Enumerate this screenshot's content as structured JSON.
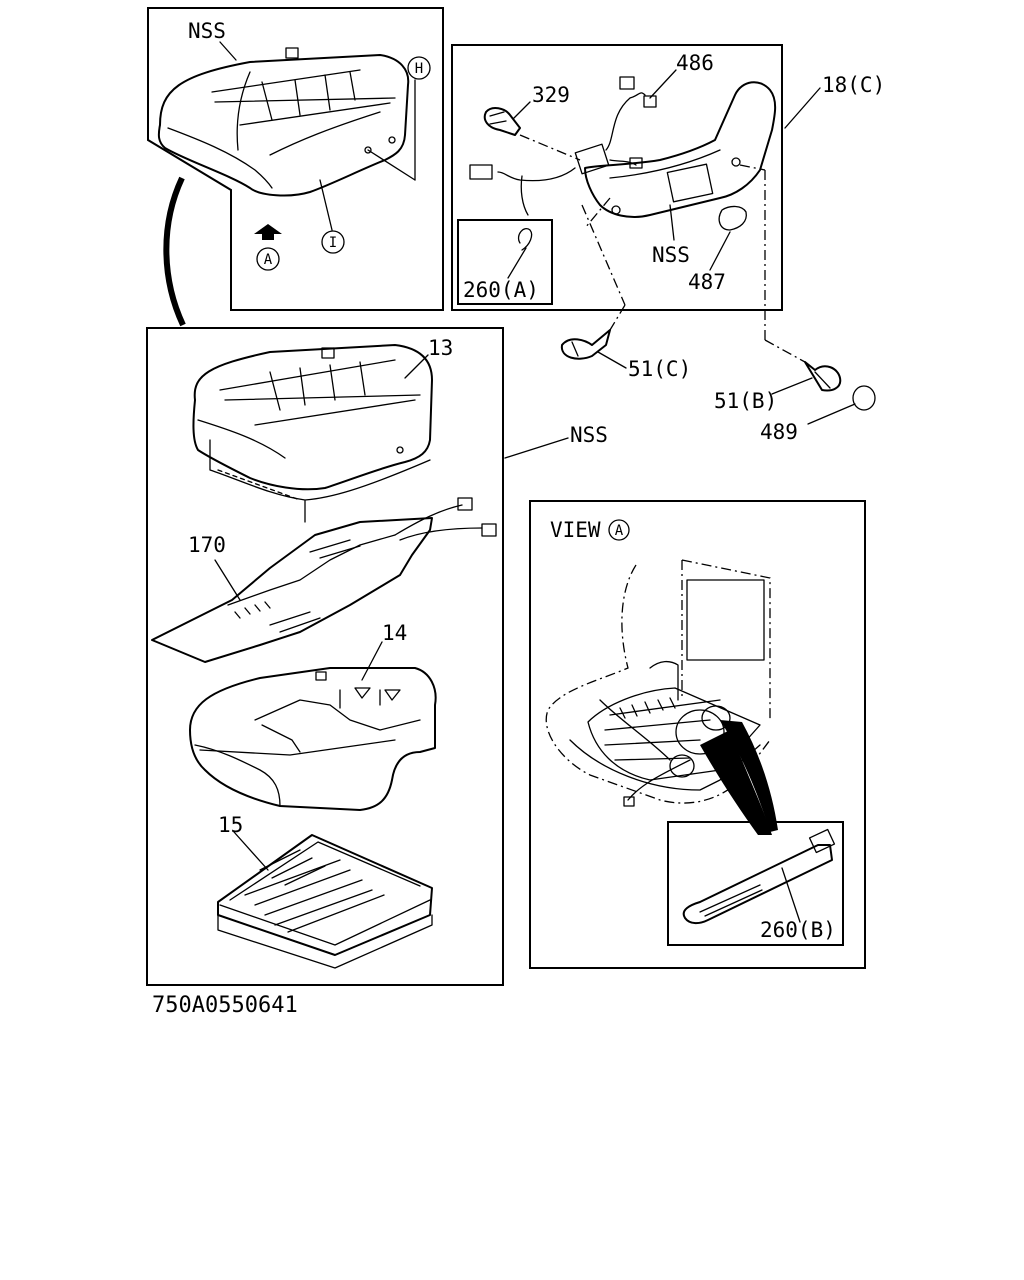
{
  "labels": {
    "nss_top": "NSS",
    "circle_h": "H",
    "circle_i": "I",
    "circle_a": "A",
    "p329": "329",
    "p486": "486",
    "p18c": "18(C)",
    "nss_right": "NSS",
    "p487": "487",
    "p260a": "260(A)",
    "p51c": "51(C)",
    "p51b": "51(B)",
    "p489": "489",
    "p13": "13",
    "nss_mid": "NSS",
    "p170": "170",
    "p14": "14",
    "p15": "15",
    "view_title": "VIEW",
    "view_circle": "A",
    "p260b": "260(B)",
    "drawing_code": "750A0550641"
  }
}
